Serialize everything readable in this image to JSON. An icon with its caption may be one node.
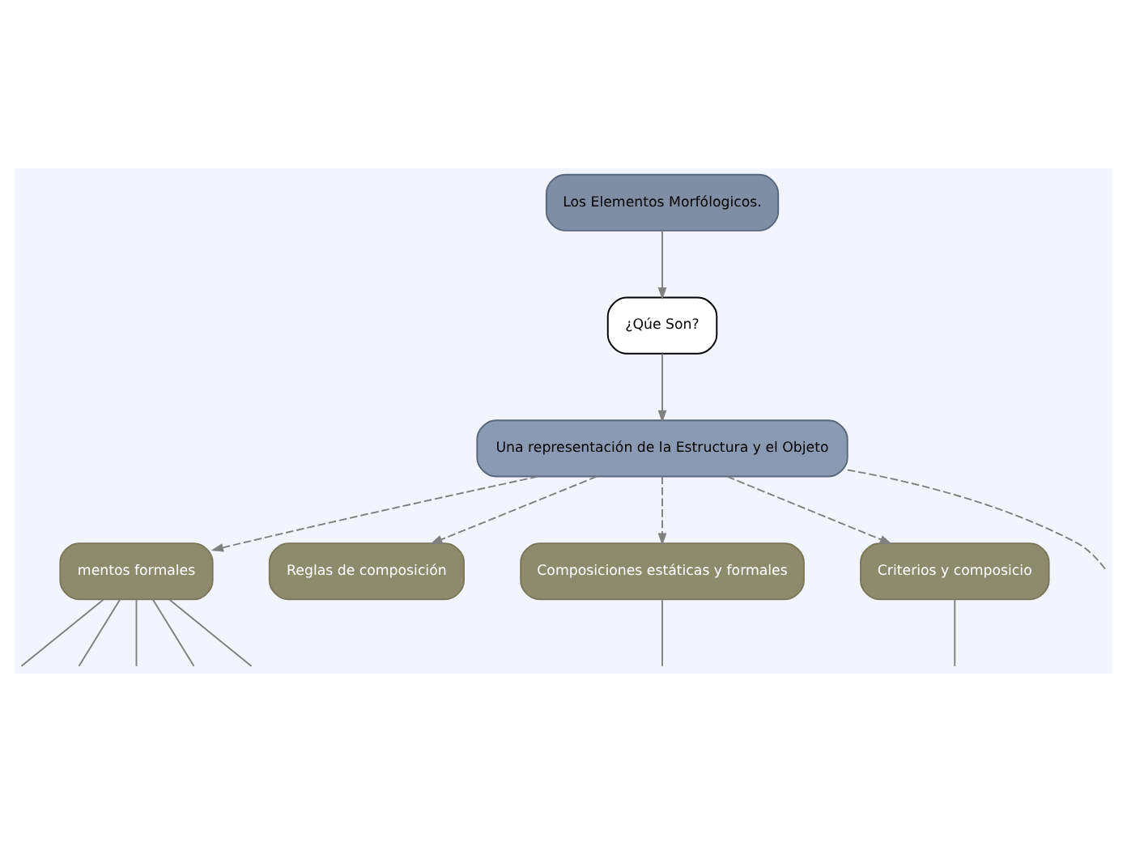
{
  "diagram": {
    "nodes": [
      {
        "text": [
          "Los Elementos Morfólogicos."
        ]
      },
      {
        "text": [
          "¿Qúe Son?"
        ]
      },
      {
        "text": [
          "Una representación de la Estructura y el Objeto"
        ]
      },
      {
        "text": [
          "mentos formales"
        ]
      },
      {
        "text": [
          "Reglas de composición"
        ]
      },
      {
        "text": [
          "Composiciones estáticas y formales"
        ]
      },
      {
        "text": [
          "Criterios y composicio"
        ]
      }
    ],
    "edges": [
      {
        "from": 0,
        "to": 1,
        "arrow": "to"
      },
      {
        "from": 1,
        "to": 2,
        "arrow": "to"
      },
      {
        "from": 2,
        "to": 3,
        "arrow": "to",
        "style": "dashed"
      },
      {
        "from": 2,
        "to": 4,
        "arrow": "to",
        "style": "dashed"
      },
      {
        "from": 2,
        "to": null,
        "arrow": "none",
        "style": "dashed"
      },
      {
        "from": 2,
        "to": 5,
        "arrow": "to",
        "style": "dashed"
      },
      {
        "from": 2,
        "to": 6,
        "arrow": "to",
        "style": "dashed"
      },
      {
        "from": 3,
        "to": null,
        "arrow": "none"
      },
      {
        "from": 3,
        "to": null,
        "arrow": "none"
      },
      {
        "from": 3,
        "to": null,
        "arrow": "none"
      },
      {
        "from": 3,
        "to": null,
        "arrow": "none"
      },
      {
        "from": 3,
        "to": null,
        "arrow": "none"
      },
      {
        "from": 5,
        "to": null,
        "arrow": "none"
      },
      {
        "from": 6,
        "to": null,
        "arrow": "none"
      }
    ]
  }
}
